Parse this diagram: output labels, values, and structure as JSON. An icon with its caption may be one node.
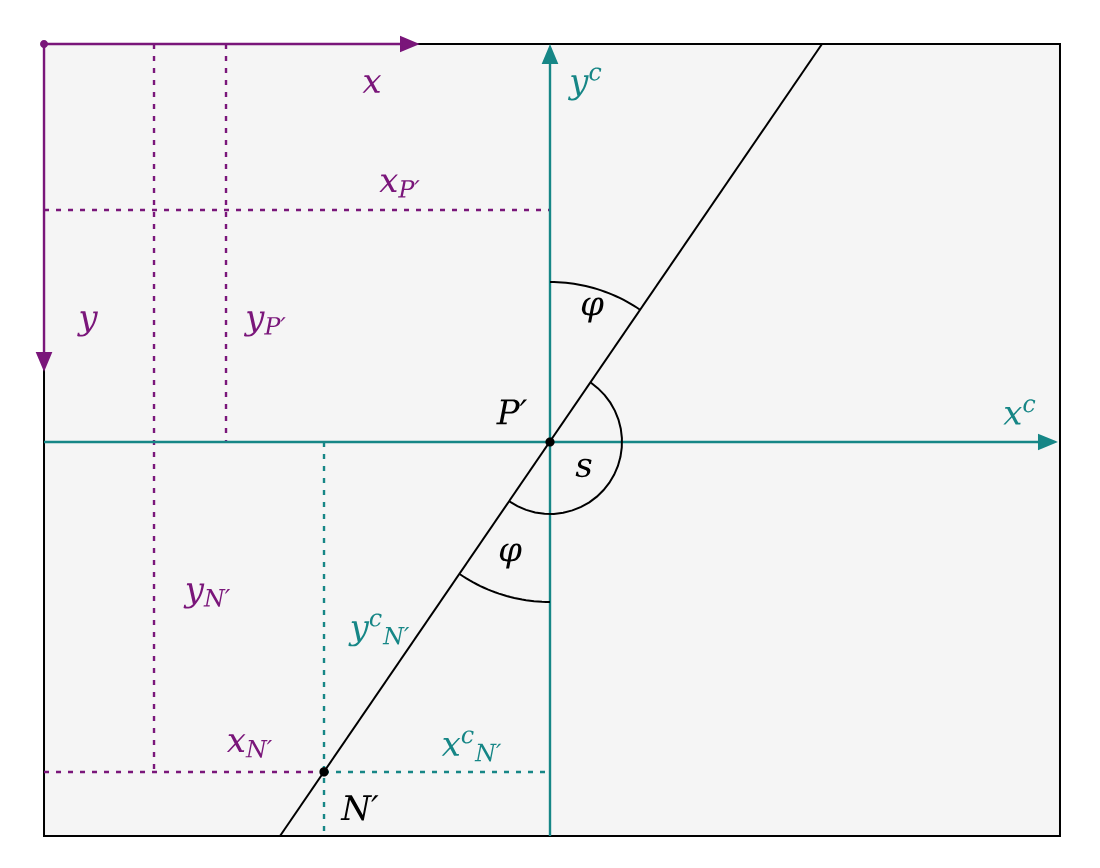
{
  "diagram": {
    "labels": [
      "x",
      "y$^{c}$",
      "x$_{P′}$",
      "y",
      "y$_{P′}$",
      "φ",
      "P′",
      "x$^{c}$",
      "s",
      "φ",
      "y$_{N′}$",
      "y$^{c}$$_{N′}$",
      "x$_{N′}$",
      "x$^{c}$$_{N′}$",
      "N′"
    ]
  }
}
